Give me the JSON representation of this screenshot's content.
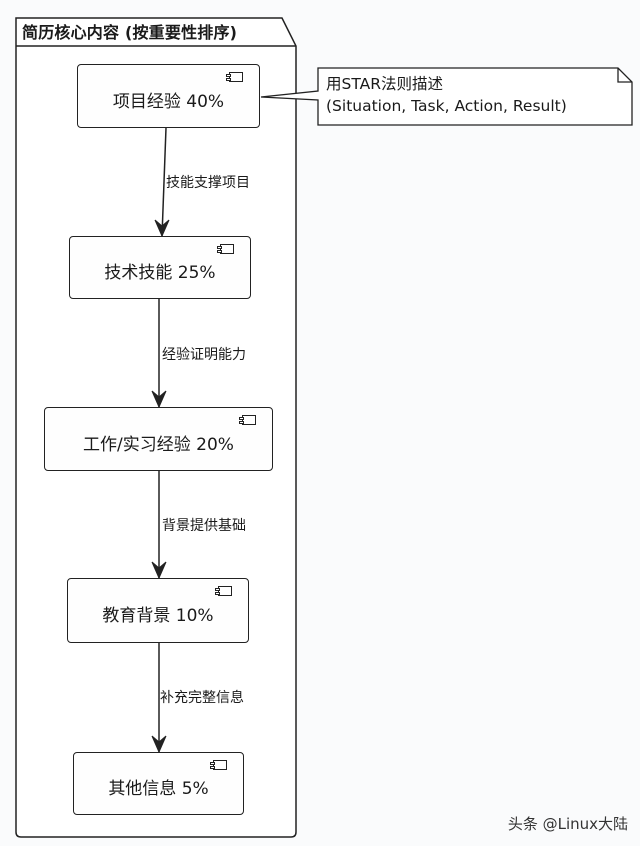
{
  "package": {
    "title": "简历核心内容 (按重要性排序)"
  },
  "nodes": [
    {
      "label": "项目经验 40%",
      "name": "project-experience",
      "percent": 40
    },
    {
      "label": "技术技能 25%",
      "name": "technical-skills",
      "percent": 25
    },
    {
      "label": "工作/实习经验 20%",
      "name": "work-internship-experience",
      "percent": 20
    },
    {
      "label": "教育背景 10%",
      "name": "education-background",
      "percent": 10
    },
    {
      "label": "其他信息 5%",
      "name": "other-info",
      "percent": 5
    }
  ],
  "edges": [
    {
      "from": "技术技能 25%",
      "to": "项目经验 40%",
      "label": "技能支撑项目"
    },
    {
      "from": "工作/实习经验 20%",
      "to": "技术技能 25%",
      "label": "经验证明能力"
    },
    {
      "from": "教育背景 10%",
      "to": "工作/实习经验 20%",
      "label": "背景提供基础"
    },
    {
      "from": "其他信息 5%",
      "to": "教育背景 10%",
      "label": "补充完整信息"
    }
  ],
  "note": {
    "attached_to": "项目经验 40%",
    "line1": "用STAR法则描述",
    "line2": "(Situation, Task, Action, Result)"
  },
  "icons": {
    "node_icon": "uml-component-icon"
  },
  "watermark": "头条 @Linux大陆"
}
